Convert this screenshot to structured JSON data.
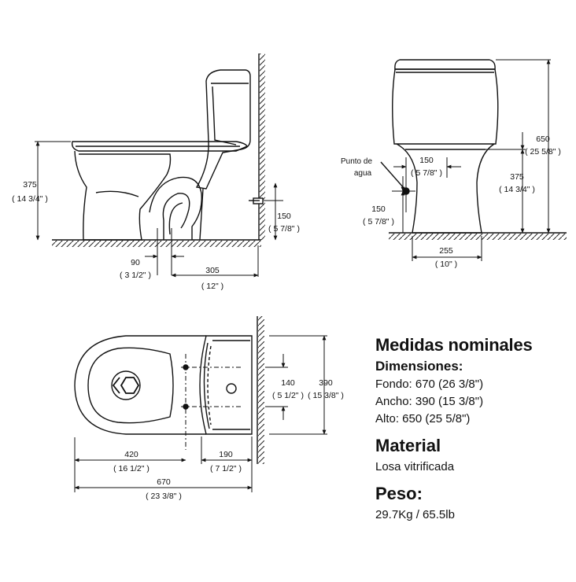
{
  "side_view": {
    "height_mm": "375",
    "height_in": "( 14 3/4\" )",
    "supply_height_mm": "150",
    "supply_height_in": "( 5 7/8\" )",
    "outlet_offset_mm": "90",
    "outlet_offset_in": "( 3 1/2\" )",
    "rough_in_mm": "305",
    "rough_in_in": "( 12\" )"
  },
  "front_view": {
    "total_height_mm": "650",
    "total_height_in": "( 25 5/8\" )",
    "seat_height_mm": "375",
    "seat_height_in": "( 14 3/4\" )",
    "water_point_label_1": "Punto de",
    "water_point_label_2": "agua",
    "water_point_offset_mm": "150",
    "water_point_offset_in": "( 5 7/8\" )",
    "water_point_height_mm": "150",
    "water_point_height_in": "( 5 7/8\" )",
    "base_width_mm": "255",
    "base_width_in": "( 10\" )"
  },
  "top_view": {
    "bowl_length_mm": "420",
    "bowl_length_in": "( 16 1/2\" )",
    "tank_depth_mm": "190",
    "tank_depth_in": "( 7 1/2\" )",
    "total_length_mm": "670",
    "total_length_in": "( 23 3/8\" )",
    "bolt_spacing_mm": "140",
    "bolt_spacing_in": "( 5 1/2\" )",
    "total_width_mm": "390",
    "total_width_in": "( 15 3/8\" )"
  },
  "specs": {
    "title": "Medidas nominales",
    "dimensions_heading": "Dimensiones:",
    "depth": "Fondo: 670 (26 3/8\")",
    "width": "Ancho: 390 (15 3/8\")",
    "height": "Alto: 650 (25 5/8\")",
    "material_heading": "Material",
    "material_value": "Losa vitrificada",
    "weight_heading": "Peso:",
    "weight_value": "29.7Kg / 65.5lb"
  }
}
